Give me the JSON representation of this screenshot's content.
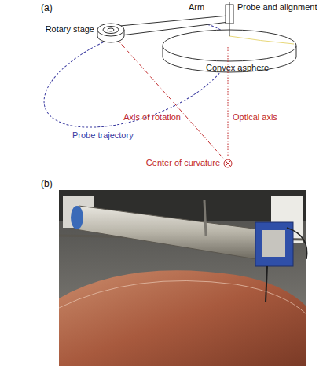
{
  "diagram": {
    "labels": [
      "(a)",
      "Arm",
      "Probe and alignment",
      "Rotary stage",
      "Convex asphere",
      "Probe trajectory",
      "Axis of rotation",
      "Optical axis",
      "Center of curvature",
      "(b)"
    ]
  }
}
